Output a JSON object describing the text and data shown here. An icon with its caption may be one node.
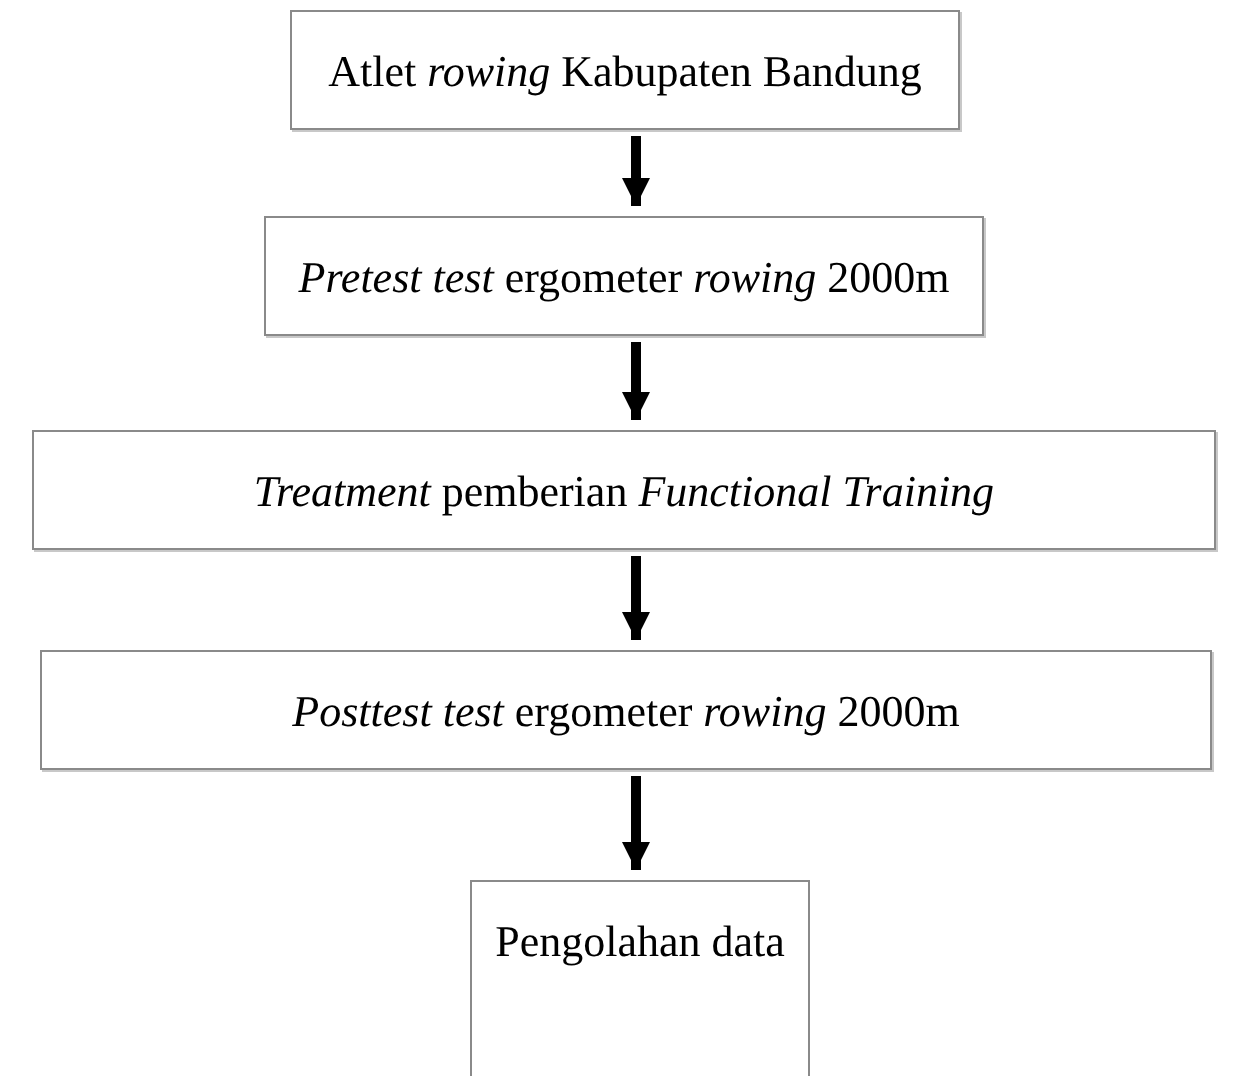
{
  "diagram": {
    "nodes": [
      {
        "text": [
          "Atlet *rowing* Kabupaten Bandung"
        ]
      },
      {
        "text": [
          "*Pretest test* ergometer *rowing* 2000m"
        ]
      },
      {
        "text": [
          "*Treatment* pemberian *Functional Training*"
        ]
      },
      {
        "text": [
          "*Posttest test* ergometer *rowing* 2000m"
        ]
      },
      {
        "text": [
          "Pengolahan data"
        ]
      }
    ],
    "edges": [
      {
        "from": 0,
        "to": 1,
        "arrow": "to"
      },
      {
        "from": 1,
        "to": 2,
        "arrow": "to"
      },
      {
        "from": 2,
        "to": 3,
        "arrow": "to"
      },
      {
        "from": 3,
        "to": 4,
        "arrow": "to"
      }
    ]
  }
}
